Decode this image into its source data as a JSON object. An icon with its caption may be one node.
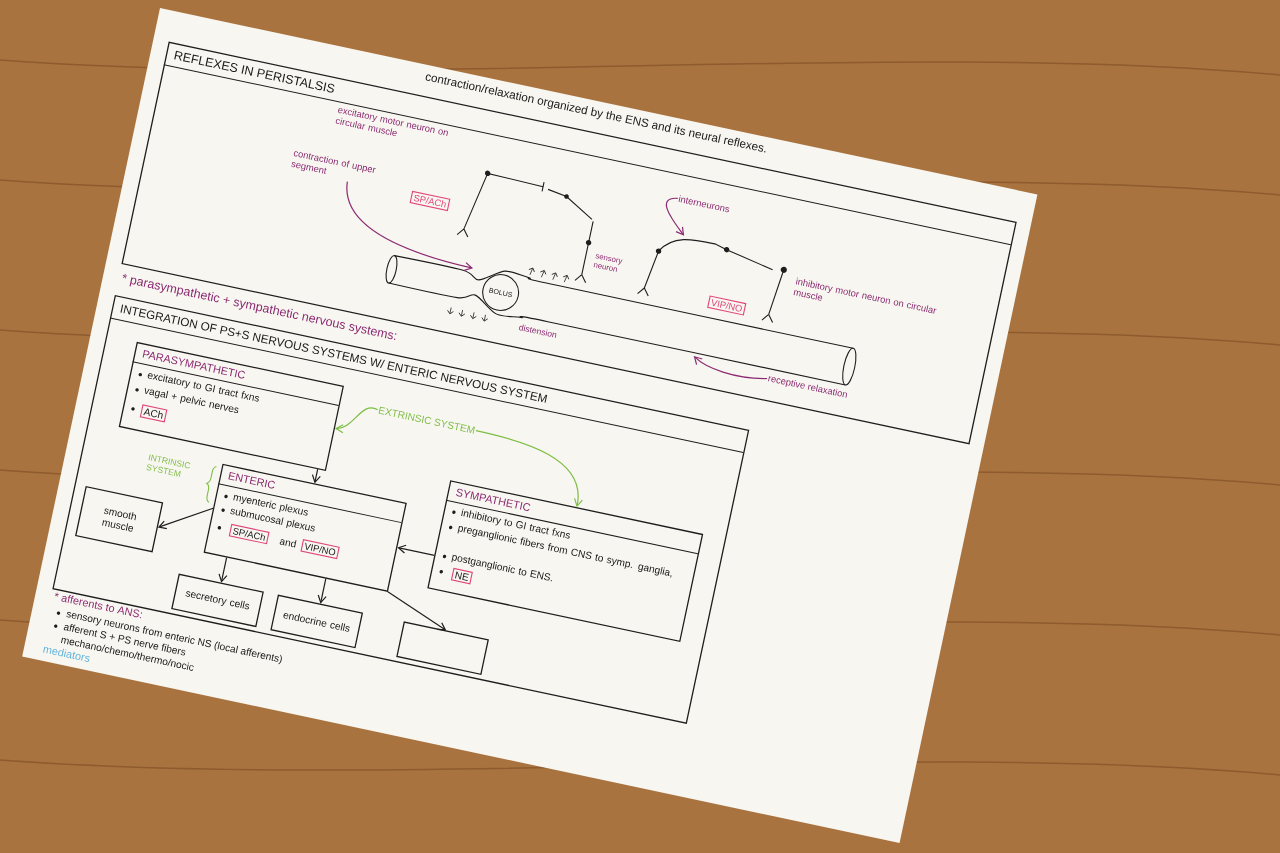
{
  "diagram": {
    "title": "contraction/relaxation organized by the ENS and its neural reflexes.",
    "nodes": [
      {
        "text": [
          "REFLEXES IN PERISTALSIS"
        ]
      },
      {
        "text": [
          "SP/ACh"
        ],
        "in": 0
      },
      {
        "text": [
          "contraction of upper segment"
        ],
        "in": 0
      },
      {
        "text": [
          "interneurons"
        ],
        "in": 0
      },
      {
        "text": [
          "BOLUS"
        ],
        "in": 0
      },
      {
        "text": [
          "VIP/NO"
        ],
        "in": 0
      },
      {
        "text": [
          "receptive relaxation"
        ],
        "in": 0
      },
      {
        "text": [
          "INTEGRATION OF PS+S NERVOUS SYSTEMS W/ ENTERIC NERVOUS SYSTEM"
        ]
      },
      {
        "text": [
          "PARASYMPATHETIC",
          "excitatory to GI tract fxns",
          "vagal + pelvic nerves"
        ],
        "in": 7
      },
      {
        "text": [
          "ACh"
        ],
        "in": 8
      },
      {
        "text": [
          "EXTRINSIC SYSTEM"
        ],
        "in": 7
      },
      {
        "text": [
          "SYMPATHETIC",
          "inhibitory to GI tract fxns",
          "preganglionic fibers from CNS to symp. ganglia,",
          "postganglionic to ENS."
        ],
        "in": 7
      },
      {
        "text": [
          "NE"
        ],
        "in": 11
      },
      {
        "text": [
          "ENTERIC",
          "myenteric plexus",
          "submucosal plexus",
          "and"
        ],
        "in": 7
      },
      {
        "text": [
          "SP/ACh"
        ],
        "in": 13
      },
      {
        "text": [
          "VIP/NO"
        ],
        "in": 13
      },
      {
        "text": [
          "smooth muscle"
        ],
        "in": 7
      },
      {
        "text": [
          "secretory cells"
        ],
        "in": 7
      },
      {
        "text": [
          "endocrine cells"
        ],
        "in": 7
      },
      {
        "text": [],
        "shape": "box",
        "in": 7
      }
    ],
    "edges": [
      {
        "from": 2,
        "to": null,
        "arrow": "to",
        "color": "#8b2a72"
      },
      {
        "from": 3,
        "to": null,
        "arrow": "to",
        "color": "#8b2a72"
      },
      {
        "from": 6,
        "to": null,
        "arrow": "to",
        "color": "#8b2a72"
      },
      {
        "from": 10,
        "to": 8,
        "arrow": "to",
        "color": "#7dbe45"
      },
      {
        "from": 10,
        "to": 11,
        "arrow": "to",
        "color": "#7dbe45"
      },
      {
        "from": 8,
        "to": 13,
        "arrow": "to"
      },
      {
        "from": 11,
        "to": 13,
        "arrow": "to"
      },
      {
        "from": 13,
        "to": 16,
        "arrow": "to"
      },
      {
        "from": 13,
        "to": 17,
        "arrow": "to"
      },
      {
        "from": 13,
        "to": 18,
        "arrow": "to"
      },
      {
        "from": 13,
        "to": 19,
        "arrow": "to"
      }
    ],
    "labels": [
      "excitatory motor neuron on circular muscle",
      "sensory neuron",
      "distension",
      "inhibitory motor neuron on circular muscle",
      "* parasympathetic + sympathetic nervous systems:",
      "INTRINSIC SYSTEM",
      "* afferents to ANS:",
      "sensory neurons from enteric NS (local afferents)",
      "afferent S + PS nerve fibers",
      "mechano/chemo/thermo/nocic",
      "mediators"
    ]
  }
}
